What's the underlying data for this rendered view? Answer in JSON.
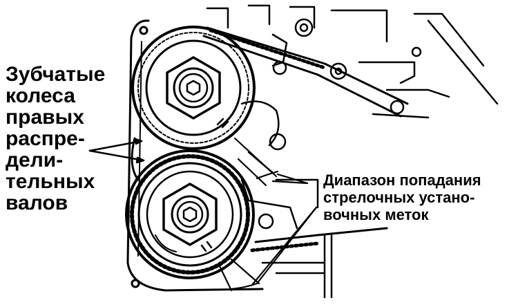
{
  "labels": {
    "gears": {
      "lines": [
        "Зубчатые",
        "колеса",
        "правых",
        "распре-",
        "дели-",
        "тельных",
        "валов"
      ]
    },
    "marks_range": {
      "lines": [
        "Диапазон попадания",
        "стрелочных устано-",
        "вочных меток"
      ]
    }
  },
  "colors": {
    "ink": "#000000",
    "paper": "#ffffff"
  }
}
